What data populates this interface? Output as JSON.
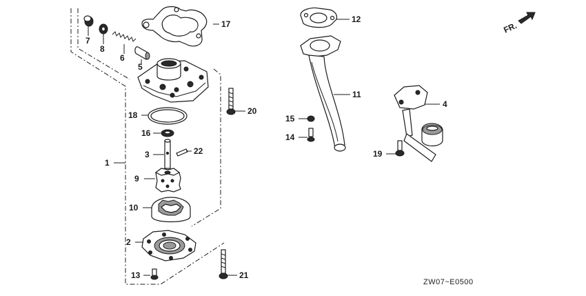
{
  "diagram": {
    "code": "ZW07~E0500",
    "orientation_label": "FR.",
    "callouts": {
      "c1": "1",
      "c2": "2",
      "c3": "3",
      "c4": "4",
      "c5": "5",
      "c6": "6",
      "c7": "7",
      "c8": "8",
      "c9": "9",
      "c10": "10",
      "c11": "11",
      "c12": "12",
      "c13": "13",
      "c14": "14",
      "c15": "15",
      "c16": "16",
      "c17": "17",
      "c18": "18",
      "c19": "19",
      "c20": "20",
      "c21": "21",
      "c22": "22"
    }
  }
}
